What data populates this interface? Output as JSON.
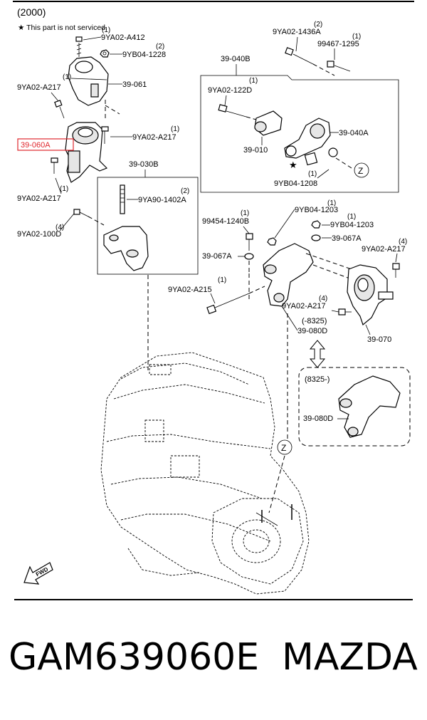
{
  "diagram": {
    "header": "(2000)",
    "not_serviced_note": "★ This part is not serviced.",
    "highlighted_part": "39-060A",
    "labels": {
      "bolt_a412": "9YA02-A412",
      "bolt_a412_qty": "(1)",
      "nut_1228": "9YB04-1228",
      "nut_1228_qty": "(2)",
      "part_39061": "39-061",
      "bolt_a217_left": "9YA02-A217",
      "bolt_a217_left_qty": "(1)",
      "part_39060a": "39-060A",
      "bolt_a217_mid": "9YA02-A217",
      "bolt_a217_mid_qty": "(1)",
      "bolt_a217_low": "9YA02-A217",
      "bolt_a217_low_qty": "(1)",
      "bolt_100d": "9YA02-100D",
      "bolt_100d_qty": "(4)",
      "part_39030b": "39-030B",
      "stud_1402a": "9YA90-1402A",
      "stud_1402a_qty": "(2)",
      "bolt_1436a": "9YA02-1436A",
      "bolt_1436a_qty": "(2)",
      "bolt_99467": "99467-1295",
      "bolt_99467_qty": "(1)",
      "part_39040b": "39-040B",
      "bolt_122d": "9YA02-122D",
      "bolt_122d_qty": "(1)",
      "part_39040a": "39-040A",
      "part_39010": "39-010",
      "nut_1208": "9YB04-1208",
      "nut_1208_qty": "(1)",
      "ref_z": "Z",
      "nut_1203_top": "9YB04-1203",
      "nut_1203_top_qty": "(1)",
      "bolt_99454": "99454-1240B",
      "bolt_99454_qty": "(1)",
      "nut_1203_right": "9YB04-1203",
      "nut_1203_right_qty": "(1)",
      "part_39067a_right": "39-067A",
      "part_39067a_left": "39-067A",
      "bolt_a217_right": "9YA02-A217",
      "bolt_a217_right_qty": "(4)",
      "bolt_a215": "9YA02-A215",
      "bolt_a215_qty": "(1)",
      "bolt_a217_center": "9YA02-A217",
      "bolt_a217_center_qty": "(4)",
      "range_8325_before": "(-8325)",
      "part_39080d": "39-080D",
      "part_39070": "39-070",
      "range_8325_after": "(8325-)",
      "part_39080d_alt": "39-080D",
      "fwd": "FWD"
    }
  },
  "caption": {
    "part_number": "GAM639060E",
    "brand": "MAZDA"
  },
  "colors": {
    "highlight": "#e0282e",
    "line": "#000000",
    "background": "#ffffff"
  }
}
